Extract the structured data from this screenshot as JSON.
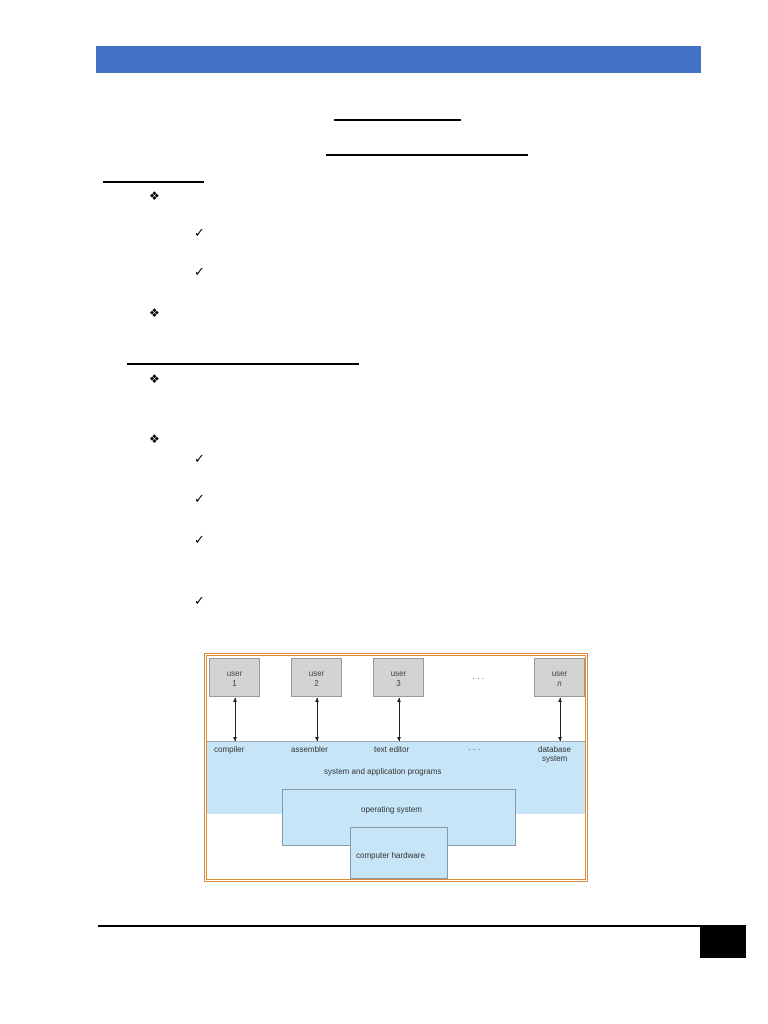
{
  "header": {
    "bar_color": "#4472c4"
  },
  "document": {
    "title_underline": "",
    "subtitle_underline": "",
    "section1": {
      "heading": "",
      "bullets": [
        {
          "icon": "❖",
          "text": "",
          "subitems": [
            {
              "icon": "✓",
              "text": ""
            },
            {
              "icon": "✓",
              "text": ""
            }
          ]
        },
        {
          "icon": "❖",
          "text": "",
          "subitems": []
        }
      ]
    },
    "section2": {
      "heading": "",
      "bullets": [
        {
          "icon": "❖",
          "text": "",
          "subitems": []
        },
        {
          "icon": "❖",
          "text": "",
          "subitems": [
            {
              "icon": "✓",
              "text": ""
            },
            {
              "icon": "✓",
              "text": ""
            },
            {
              "icon": "✓",
              "text": ""
            },
            {
              "icon": "✓",
              "text": ""
            }
          ]
        }
      ]
    }
  },
  "diagram": {
    "border_color": "#e08a3c",
    "fill_color": "#c6e5f7",
    "users": [
      {
        "line1": "user",
        "line2": "1"
      },
      {
        "line1": "user",
        "line2": "2"
      },
      {
        "line1": "user",
        "line2": "3"
      },
      {
        "line1": "user",
        "line2": "n"
      }
    ],
    "user_ellipsis": "· · ·",
    "programs": [
      "compiler",
      "assembler",
      "text editor",
      "· · ·",
      "database",
      "system"
    ],
    "layer_system_programs": "system and application programs",
    "layer_os": "operating system",
    "layer_hardware": "computer hardware"
  },
  "footer": {
    "page_number": ""
  }
}
